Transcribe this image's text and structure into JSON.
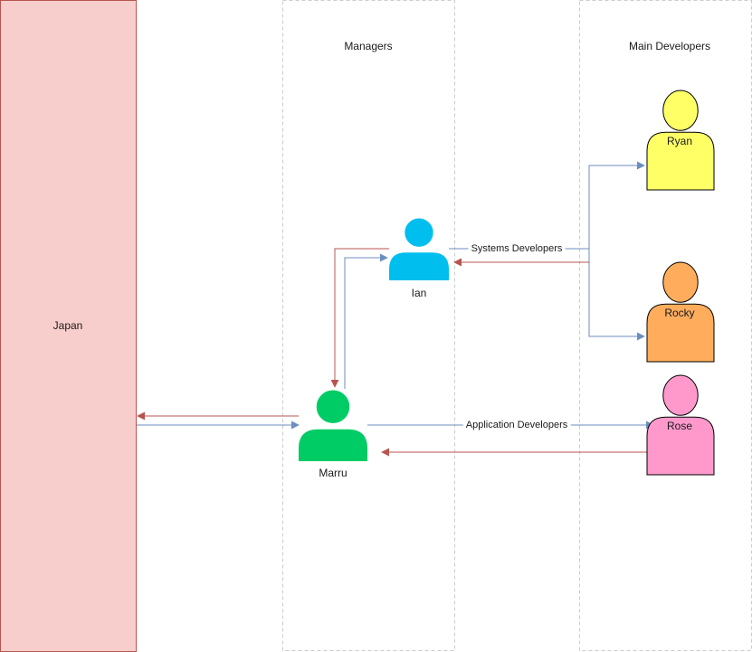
{
  "regions": {
    "japan": {
      "label": "Japan",
      "fill": "#f8cecc",
      "stroke": "#b85450"
    },
    "managers": {
      "label": "Managers"
    },
    "main_developers": {
      "label": "Main Developers"
    }
  },
  "people": {
    "ian": {
      "name": "Ian",
      "color": "#00bfef",
      "icon": "person-icon"
    },
    "marru": {
      "name": "Marru",
      "color": "#00cc66",
      "icon": "person-icon"
    },
    "ryan": {
      "name": "Ryan",
      "color": "#ffff66",
      "icon": "person-icon"
    },
    "rocky": {
      "name": "Rocky",
      "color": "#ffad5c",
      "icon": "person-icon"
    },
    "rose": {
      "name": "Rose",
      "color": "#ff99cc",
      "icon": "person-icon"
    }
  },
  "edges": {
    "systems_label": "Systems Developers",
    "application_label": "Application Developers",
    "blue": "#6c8ebf",
    "red": "#b85450"
  }
}
